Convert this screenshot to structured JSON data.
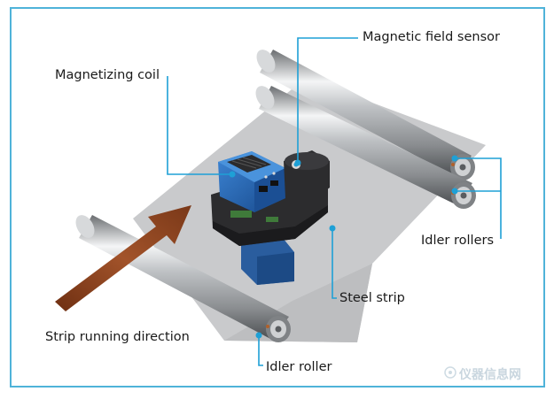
{
  "labels": {
    "magnetic_field_sensor": "Magnetic field sensor",
    "magnetizing_coil": "Magnetizing coil",
    "idler_rollers": "Idler rollers",
    "steel_strip": "Steel strip",
    "strip_running_direction": "Strip running direction",
    "idler_roller": "Idler roller"
  },
  "watermark": {
    "text": "仪器信息网"
  },
  "colors": {
    "frame": "#4fb3d9",
    "leader_lines": "#1ea0d6",
    "arrow": "#8b3e1d",
    "strip": "#c9cacc",
    "coil_blue": "#1f5fa8",
    "sensor_dark": "#2c2c2e"
  }
}
